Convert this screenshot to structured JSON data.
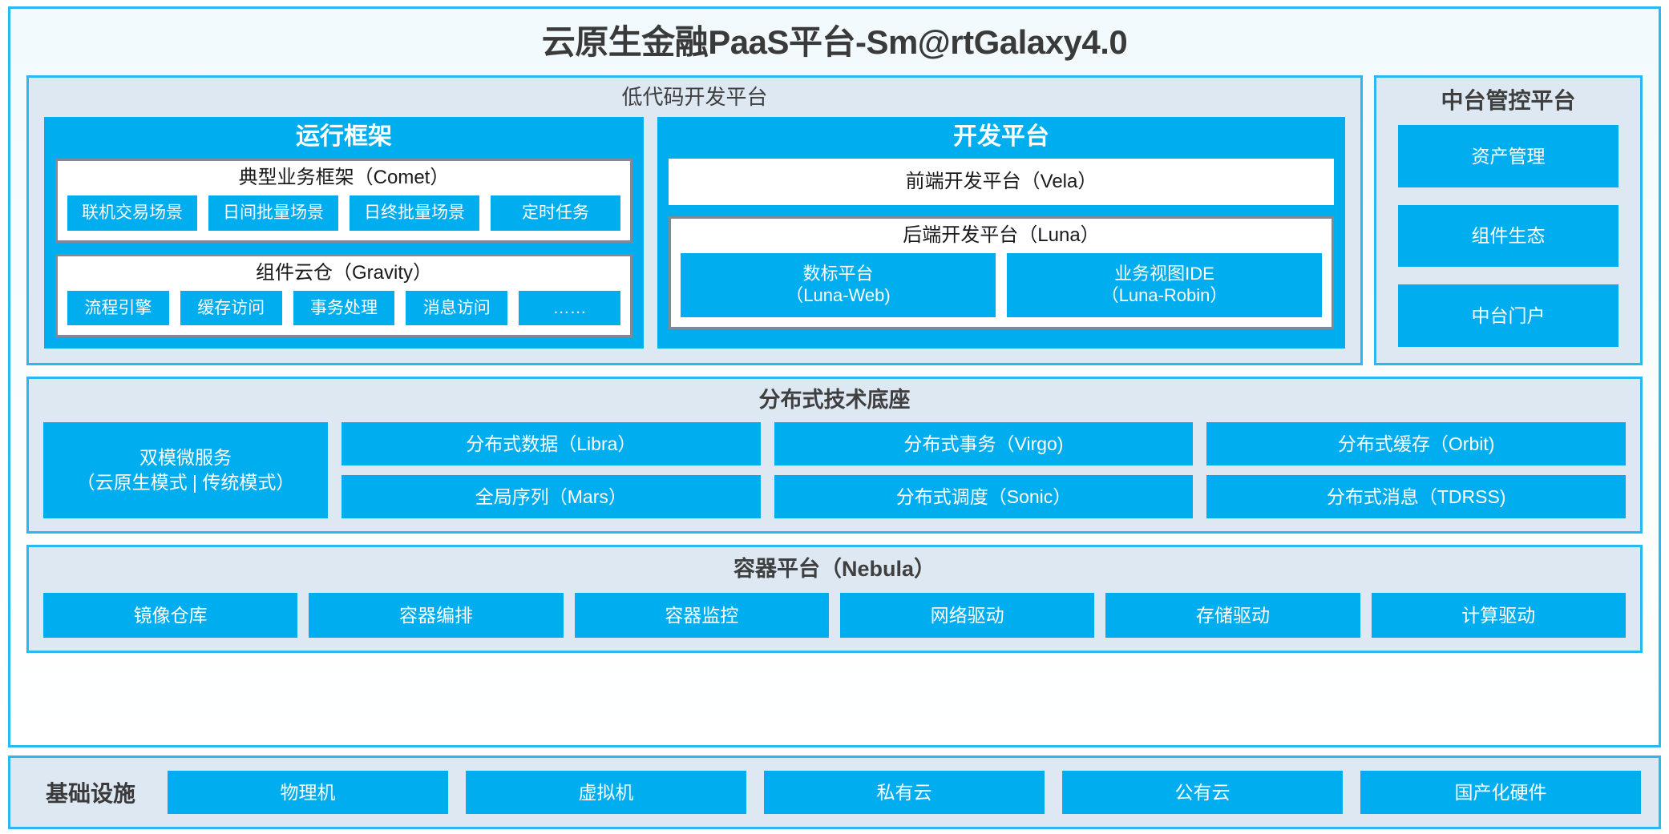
{
  "platform": {
    "title": "云原生金融PaaS平台-Sm@rtGalaxy4.0"
  },
  "lowcode": {
    "title": "低代码开发平台",
    "runtime": {
      "title": "运行框架",
      "groups": [
        {
          "title": "典型业务框架（Comet）",
          "tiles": [
            {
              "label": "联机交易场景"
            },
            {
              "label": "日间批量场景"
            },
            {
              "label": "日终批量场景"
            },
            {
              "label": "定时任务"
            }
          ]
        },
        {
          "title": "组件云仓（Gravity）",
          "tiles": [
            {
              "label": "流程引擎"
            },
            {
              "label": "缓存访问"
            },
            {
              "label": "事务处理"
            },
            {
              "label": "消息访问"
            },
            {
              "label": "……"
            }
          ]
        }
      ]
    },
    "devplatform": {
      "title": "开发平台",
      "frontend_bar": "前端开发平台（Vela）",
      "backend": {
        "title": "后端开发平台（Luna）",
        "tiles": [
          {
            "label": "数标平台\n（Luna-Web)"
          },
          {
            "label": "业务视图IDE\n（Luna-Robin）"
          }
        ]
      }
    }
  },
  "midoffice": {
    "title": "中台管控平台",
    "tiles": [
      {
        "label": "资产管理"
      },
      {
        "label": "组件生态"
      },
      {
        "label": "中台门户"
      }
    ]
  },
  "techbase": {
    "title": "分布式技术底座",
    "wide_tile": {
      "label": "双模微服务\n（云原生模式 | 传统模式）"
    },
    "columns": [
      {
        "tiles": [
          {
            "label": "分布式数据（Libra）"
          },
          {
            "label": "全局序列（Mars）"
          }
        ]
      },
      {
        "tiles": [
          {
            "label": "分布式事务（Virgo)"
          },
          {
            "label": "分布式调度（Sonic）"
          }
        ]
      },
      {
        "tiles": [
          {
            "label": "分布式缓存（Orbit)"
          },
          {
            "label": "分布式消息（TDRSS)"
          }
        ]
      }
    ]
  },
  "container": {
    "title": "容器平台（Nebula）",
    "tiles": [
      {
        "label": "镜像仓库"
      },
      {
        "label": "容器编排"
      },
      {
        "label": "容器监控"
      },
      {
        "label": "网络驱动"
      },
      {
        "label": "存储驱动"
      },
      {
        "label": "计算驱动"
      }
    ]
  },
  "infrastructure": {
    "label": "基础设施",
    "tiles": [
      {
        "label": "物理机"
      },
      {
        "label": "虚拟机"
      },
      {
        "label": "私有云"
      },
      {
        "label": "公有云"
      },
      {
        "label": "国产化硬件"
      }
    ]
  },
  "colors": {
    "accent": "#00AEEF",
    "border": "#2BB8F0",
    "panel_fill": "#DEE8F3",
    "group_border": "#808A97",
    "text_dark": "#3A3A3A"
  }
}
